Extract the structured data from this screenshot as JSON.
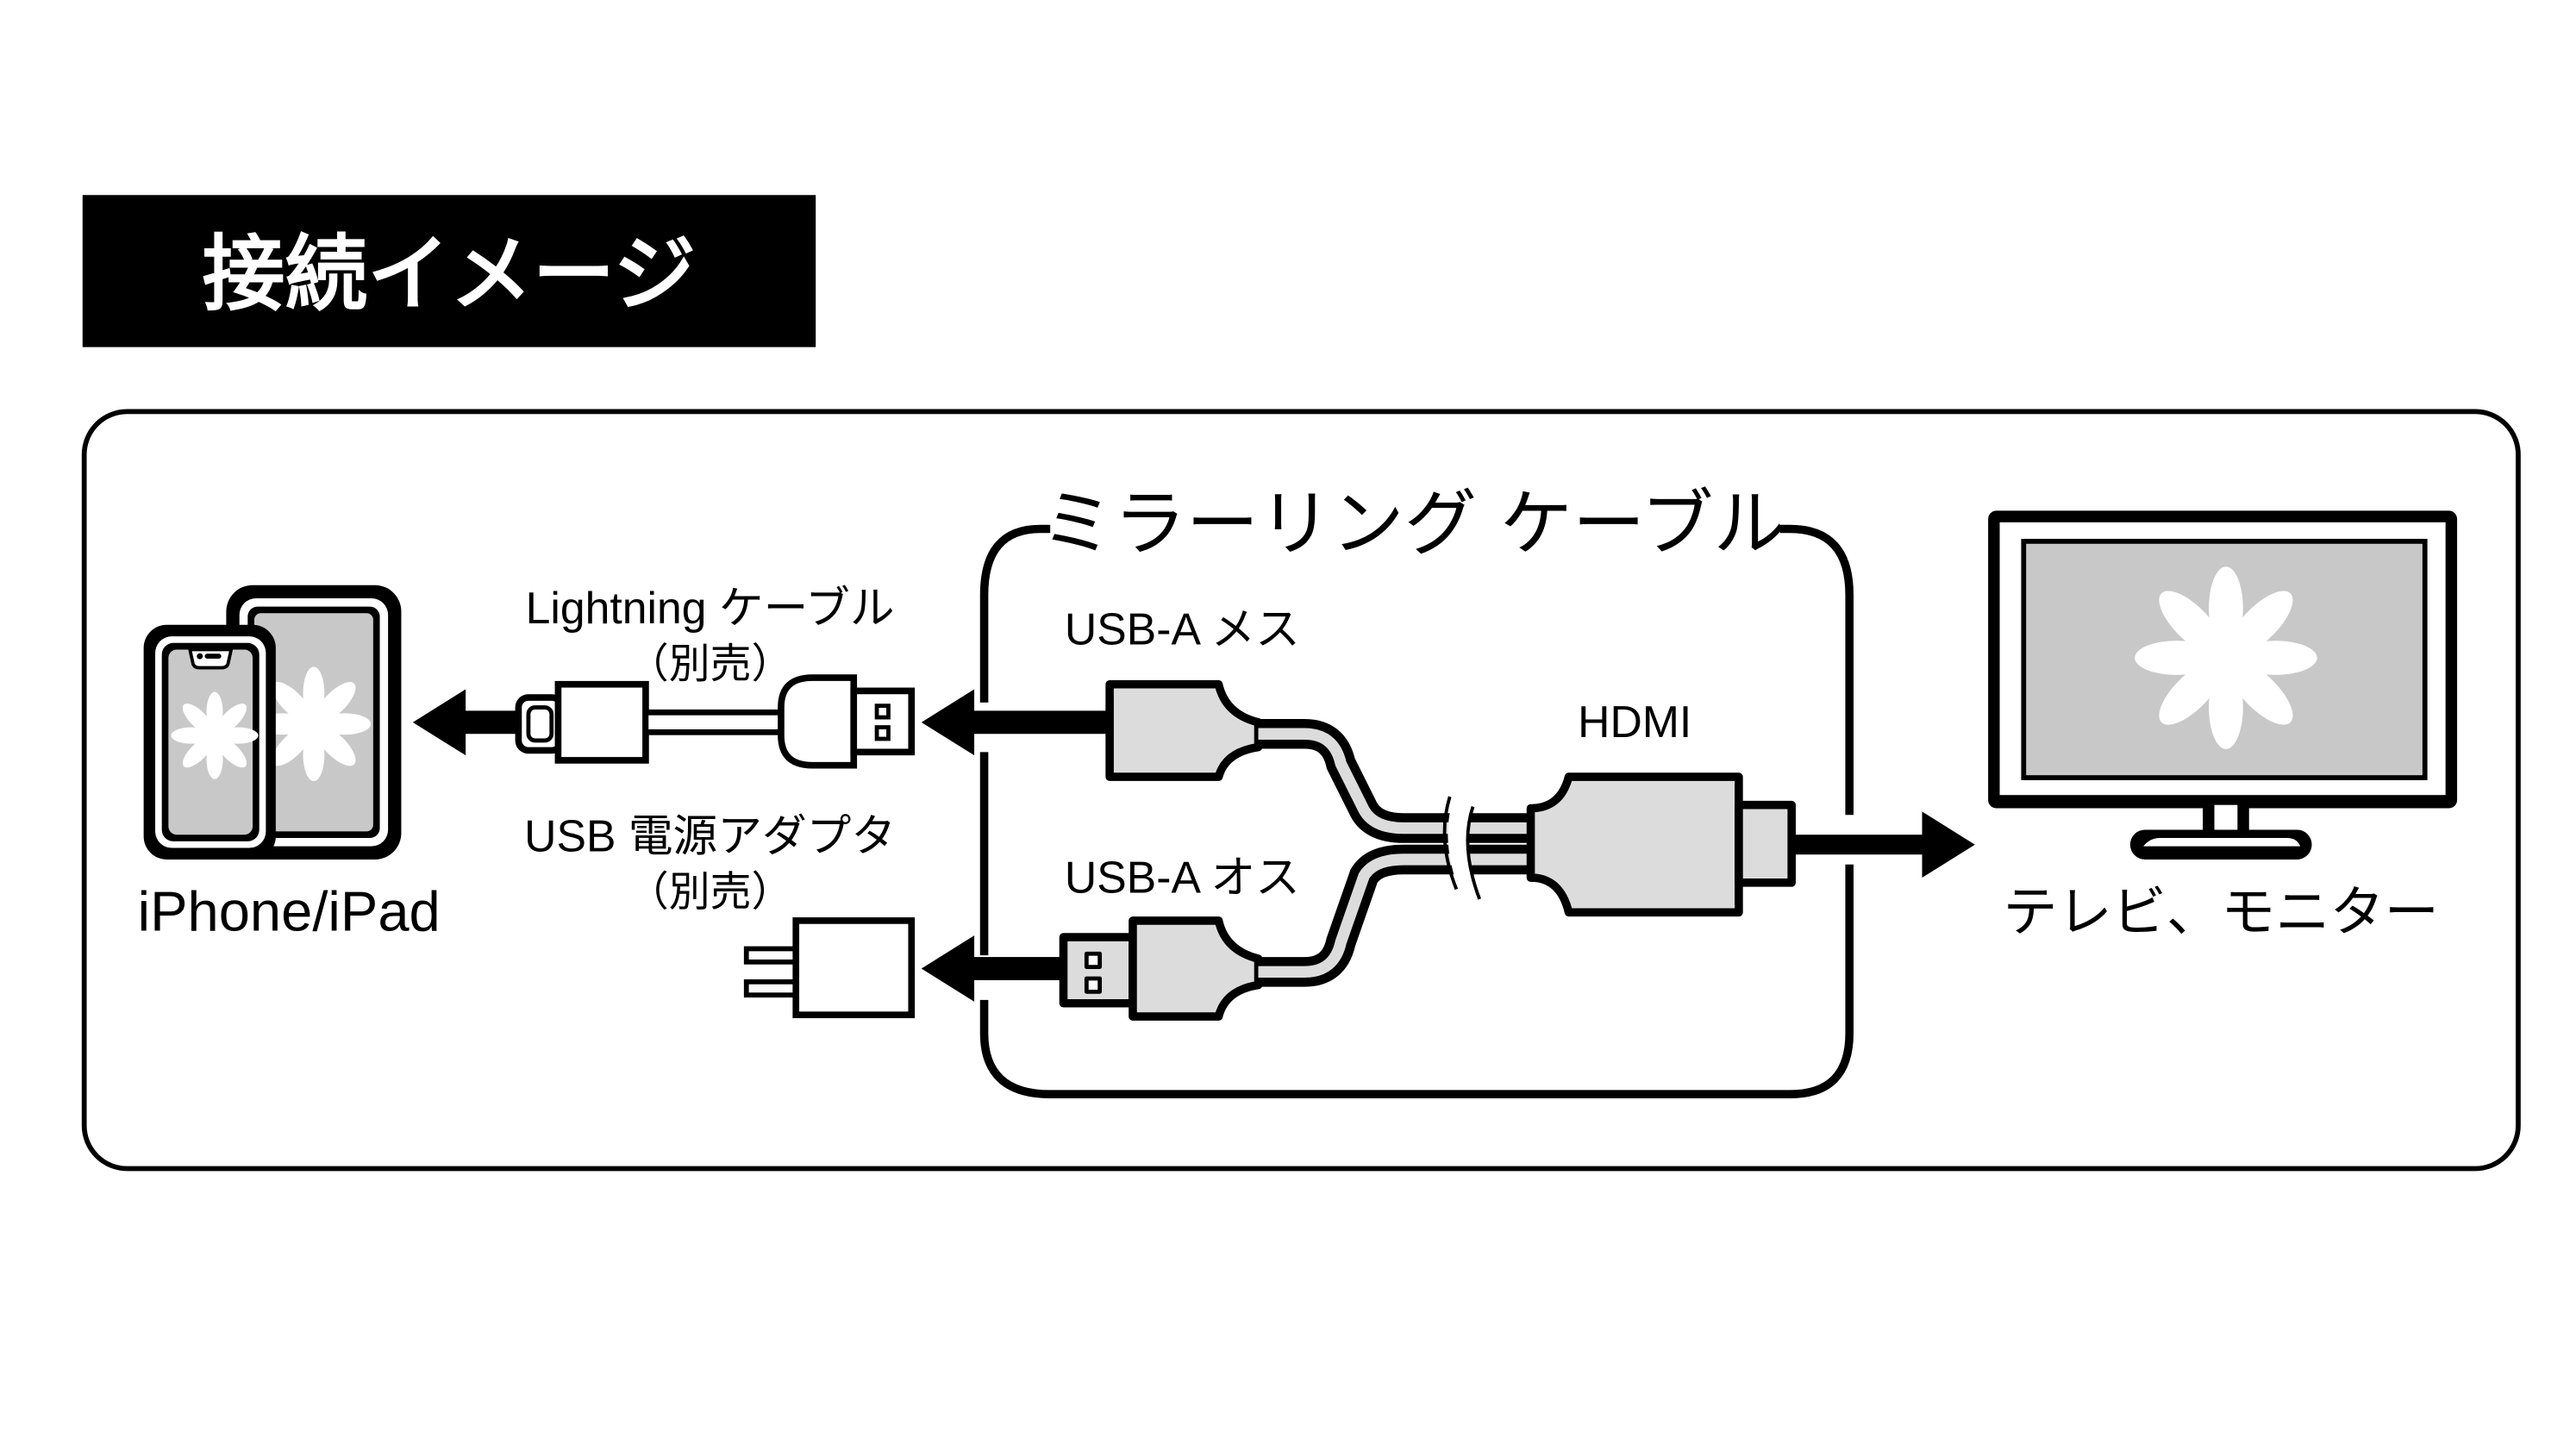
{
  "title": "接続イメージ",
  "diagram": {
    "cable_group_label": "ミラーリング ケーブル",
    "devices": {
      "source": {
        "label": "iPhone/iPad",
        "icon": "phone-tablet-icon"
      },
      "display": {
        "label": "テレビ、モニター",
        "icon": "tv-monitor-icon"
      }
    },
    "accessories": {
      "lightning_cable": {
        "label": "Lightning ケーブル",
        "note": "（別売）"
      },
      "usb_adapter": {
        "label": "USB 電源アダプタ",
        "note": "（別売）"
      }
    },
    "connectors": {
      "usb_a_female": "USB-A メス",
      "usb_a_male": "USB-A オス",
      "hdmi": "HDMI"
    },
    "colors": {
      "line": "#000000",
      "fill_gray": "#c8c8c8",
      "fill_light": "#dcdcdc",
      "title_bg": "#000000",
      "title_fg": "#ffffff"
    }
  }
}
